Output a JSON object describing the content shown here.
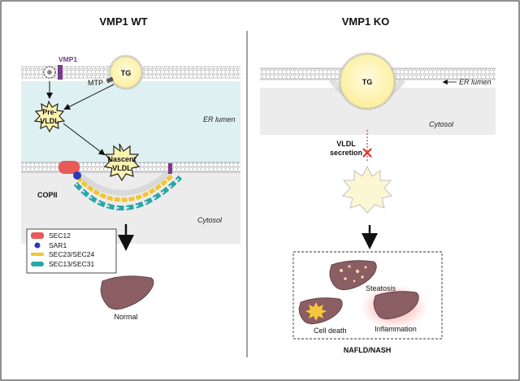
{
  "left_panel": {
    "title": "VMP1 WT",
    "vmp1_label": "VMP1",
    "mtp_label": "MTP",
    "tg_label": "TG",
    "pre_vldl_label": [
      "Pre-",
      "VLDL"
    ],
    "nascent_vldl_label": [
      "Nascent",
      "VLDL"
    ],
    "er_lumen_label": "ER lumen",
    "copii_label": "COPII",
    "cytosol_label": "Cytosol",
    "legend": [
      {
        "label": "SEC12",
        "color": "#e85a5a"
      },
      {
        "label": "SAR1",
        "color": "#2a3ab8"
      },
      {
        "label": "SEC23/SEC24",
        "color": "#f2c531"
      },
      {
        "label": "SEC13/SEC31",
        "color": "#2aa6a6"
      }
    ],
    "outcome_label": "Normal"
  },
  "right_panel": {
    "title": "VMP1 KO",
    "tg_label": "TG",
    "er_lumen_label": "ER lumen",
    "cytosol_label": "Cytosol",
    "secretion_label": [
      "VLDL",
      "secretion"
    ],
    "outcomes": [
      "Steatosis",
      "Cell death",
      "Inflammation"
    ],
    "disease_label": "NAFLD/NASH"
  },
  "colors": {
    "er_lumen": "#dff0f2",
    "cytosol": "#ececec",
    "tg": "#fdf3b0",
    "liver": "#8a5e62",
    "vmp1": "#7a3a8a",
    "block_x": "#e03030"
  }
}
